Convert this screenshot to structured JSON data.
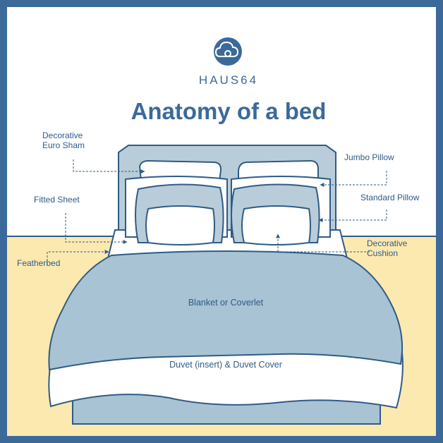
{
  "brand": {
    "logo_icon": "cloud-logo-icon",
    "name": "HAUS64"
  },
  "title": "Anatomy of a bed",
  "labels": {
    "euro_sham": "Decorative\nEuro Sham",
    "jumbo_pillow": "Jumbo Pillow",
    "fitted_sheet": "Fitted Sheet",
    "standard_pillow": "Standard Pillow",
    "decorative_cushion": "Decorative\nCushion",
    "featherbed": "Featherbed",
    "blanket": "Blanket or Coverlet",
    "duvet": "Duvet (insert) & Duvet Cover"
  },
  "colors": {
    "frame": "#3b6a9a",
    "outline": "#2f5b86",
    "floor": "#fce9b0",
    "headboard": "#b8cdd9",
    "blanket": "#a8c3d3",
    "pillow": "#ffffff"
  }
}
